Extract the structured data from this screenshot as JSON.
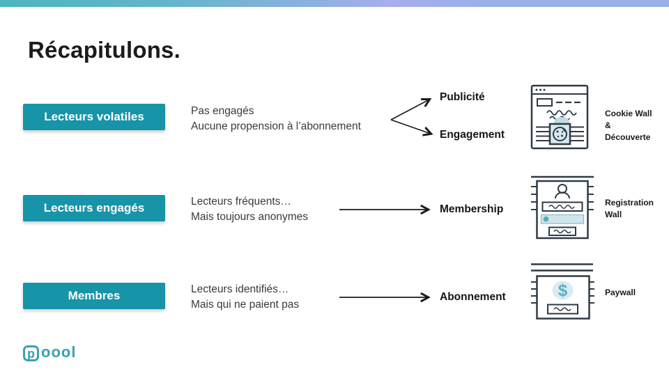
{
  "slide": {
    "title": "Récapitulons."
  },
  "rows": [
    {
      "segment": "Lecteurs volatiles",
      "description": [
        "Pas engagés",
        "Aucune propension à l’abonnement"
      ],
      "outcomes": [
        "Publicité",
        "Engagement"
      ],
      "wall": {
        "lines": [
          "Cookie Wall",
          "&",
          "Découverte"
        ],
        "icon": "cookie-wall"
      }
    },
    {
      "segment": "Lecteurs engagés",
      "description": [
        "Lecteurs fréquents…",
        "Mais toujours anonymes"
      ],
      "outcomes": [
        "Membership"
      ],
      "wall": {
        "lines": [
          "Registration",
          "Wall"
        ],
        "icon": "registration-wall"
      }
    },
    {
      "segment": "Membres",
      "description": [
        "Lecteurs identifiés…",
        "Mais qui ne paient pas"
      ],
      "outcomes": [
        "Abonnement"
      ],
      "wall": {
        "lines": [
          "Paywall"
        ],
        "icon": "paywall"
      }
    }
  ],
  "logo": {
    "mark": "p",
    "text": "oool"
  },
  "colors": {
    "button_teal": "#1794a8",
    "logo_teal": "#3ba0b2",
    "bar_gradient_start": "#4eb5bf",
    "bar_gradient_end": "#95b1e7",
    "icon_stroke": "#2e3a47",
    "icon_fill_light": "#d7e8ee",
    "icon_accent_teal": "#53aabf"
  }
}
